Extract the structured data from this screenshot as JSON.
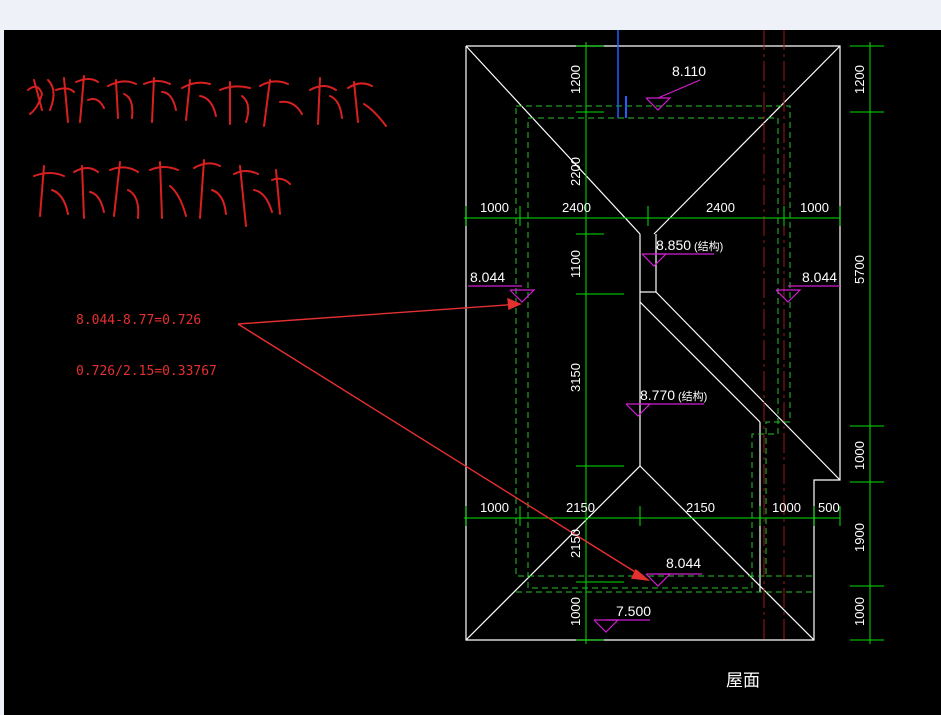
{
  "handwriting": {
    "line1": "这个屋面面坡度",
    "line2": "怎样是多少"
  },
  "calculation": {
    "line1": "8.044-8.77=0.726",
    "line2": "0.726/2.15=0.33767"
  },
  "drawing_title": "屋面",
  "dimensions": {
    "top_row": [
      "1000",
      "2400",
      "2400",
      "1000"
    ],
    "bottom_row": [
      "1000",
      "2150",
      "2150",
      "1000",
      "500"
    ],
    "inner_vertical": [
      "1200",
      "2200",
      "1100",
      "3150",
      "2150",
      "1000"
    ],
    "right_vertical": [
      "1200",
      "5700",
      "1000",
      "1900",
      "1000"
    ]
  },
  "levels": {
    "top": "8.110",
    "ridge_upper": "8.850",
    "ridge_upper_note": "(结构)",
    "ridge_lower": "8.770",
    "ridge_lower_note": "(结构)",
    "left_eave": "8.044",
    "right_eave": "8.044",
    "bottom_eave": "8.044",
    "bottom_low": "7.500"
  },
  "colors": {
    "background": "#000000",
    "outline": "#ffffff",
    "dimension": "#00e000",
    "level_marker": "#d020d0",
    "annotation": "#e53030"
  }
}
